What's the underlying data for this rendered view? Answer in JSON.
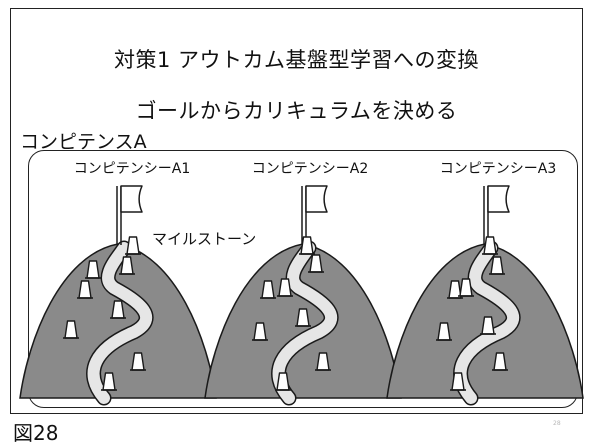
{
  "slide": {
    "title_line1": "対策1 アウトカム基盤型学習への変換",
    "title_line2": "ゴールからカリキュラムを決める",
    "competence_label": "コンピテンスA",
    "sub_competencies": [
      "コンピテンシーA1",
      "コンピテンシーA2",
      "コンピテンシーA3"
    ],
    "milestone_label": "マイルストーン",
    "figure_label": "図28",
    "page_number": "28"
  },
  "colors": {
    "mountain": "#8a8a8a",
    "path": "#e6e6e6",
    "outline": "#1a1a1a",
    "background": "#ffffff"
  },
  "icons": [
    "flag-icon",
    "traffic-cone-icon"
  ]
}
